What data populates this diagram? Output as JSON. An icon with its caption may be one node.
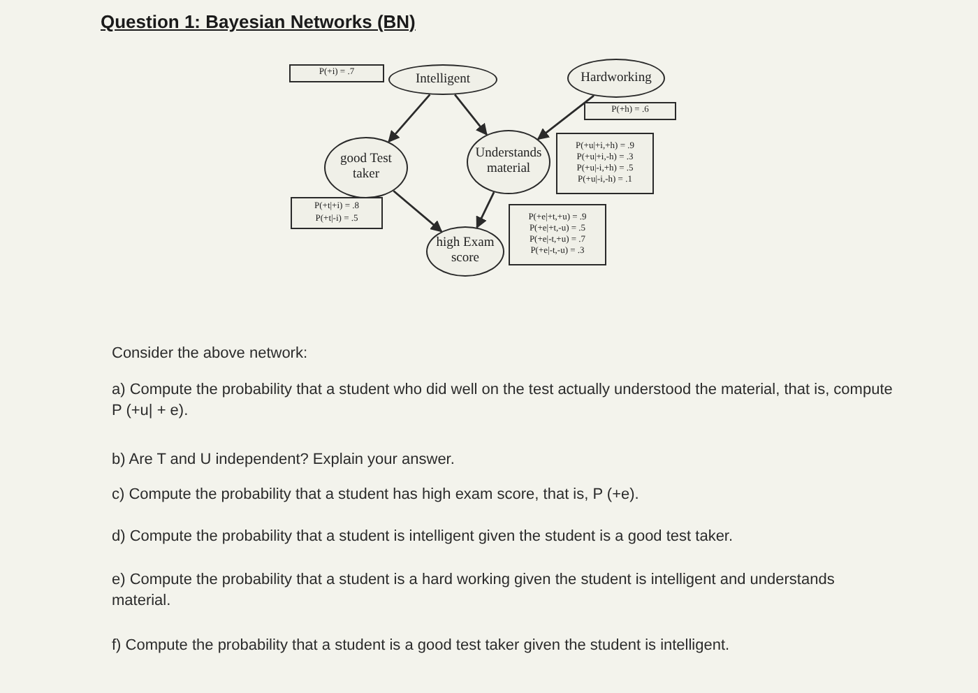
{
  "diagram": {
    "title": "Question 1: Bayesian Networks (BN)",
    "nodes": [
      {
        "text": [
          "P(+i) = .7"
        ]
      },
      {
        "text": [
          "Intelligent"
        ]
      },
      {
        "text": [
          "Hardworking"
        ]
      },
      {
        "text": [
          "P(+h) = .6"
        ]
      },
      {
        "text": [
          "good Test taker"
        ]
      },
      {
        "text": [
          "Understands material"
        ]
      },
      {
        "text": [
          "P(+u|+i,+h) = .9",
          "P(+u|+i,-h) = .3",
          "P(+u|-i,+h) = .5",
          "P(+u|-i,-h) = .1"
        ]
      },
      {
        "text": [
          "P(+t|+i) = .8",
          "P(+t|-i) = .5"
        ]
      },
      {
        "text": [
          "high Exam score"
        ]
      },
      {
        "text": [
          "P(+e|+t,+u) = .9",
          "P(+e|+t,-u) = .5",
          "P(+e|-t,+u) = .7",
          "P(+e|-t,-u) = .3"
        ]
      }
    ],
    "edges": [
      {
        "from": 1,
        "to": 4,
        "arrow": "to"
      },
      {
        "from": 1,
        "to": 5,
        "arrow": "to"
      },
      {
        "from": 2,
        "to": 5,
        "arrow": "to"
      },
      {
        "from": 4,
        "to": 8,
        "arrow": "to"
      },
      {
        "from": 5,
        "to": 8,
        "arrow": "to"
      }
    ],
    "labels": [
      "Consider the above network:",
      "a) Compute the probability that a student who did well on the test actually understood the material, that is, compute P (+u| + e).",
      "b) Are T and U independent? Explain your answer.",
      "c) Compute the probability that a student has high exam score, that is, P (+e).",
      "d) Compute the probability that a student is intelligent given the student is a good test taker.",
      "e) Compute the probability that a student is a hard working given the student is intelligent and understands material.",
      "f) Compute the probability that a student is a good test taker given the student is intelligent."
    ]
  }
}
